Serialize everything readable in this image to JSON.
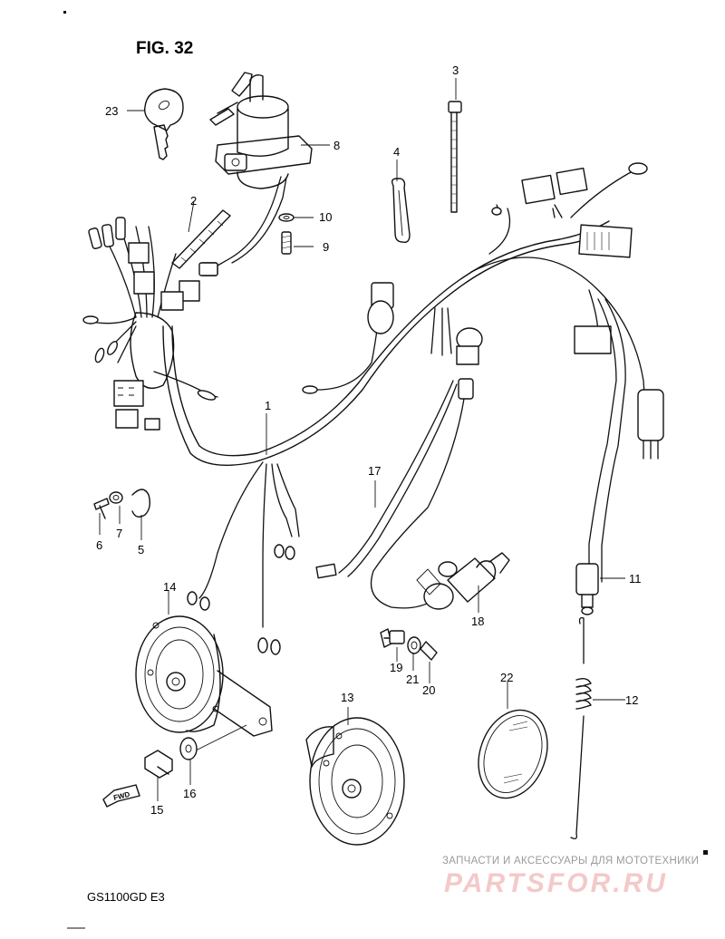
{
  "figure": {
    "title": "FIG. 32",
    "model_code": "GS1100GD E3"
  },
  "callouts": [
    "1",
    "2",
    "3",
    "4",
    "5",
    "6",
    "7",
    "8",
    "9",
    "10",
    "11",
    "12",
    "13",
    "14",
    "15",
    "16",
    "17",
    "18",
    "19",
    "20",
    "21",
    "22",
    "23"
  ],
  "parts": [
    {
      "ref": "1",
      "name": "wiring-harness"
    },
    {
      "ref": "2",
      "name": "sub-harness"
    },
    {
      "ref": "3",
      "name": "cable-tie"
    },
    {
      "ref": "4",
      "name": "clamp"
    },
    {
      "ref": "5",
      "name": "circlip"
    },
    {
      "ref": "6",
      "name": "screw"
    },
    {
      "ref": "7",
      "name": "washer"
    },
    {
      "ref": "8",
      "name": "ignition-switch"
    },
    {
      "ref": "9",
      "name": "bolt"
    },
    {
      "ref": "10",
      "name": "washer"
    },
    {
      "ref": "11",
      "name": "rear-brake-light-switch"
    },
    {
      "ref": "12",
      "name": "switch-spring"
    },
    {
      "ref": "13",
      "name": "horn"
    },
    {
      "ref": "14",
      "name": "horn"
    },
    {
      "ref": "15",
      "name": "bolt"
    },
    {
      "ref": "16",
      "name": "washer"
    },
    {
      "ref": "17",
      "name": "lead-wire"
    },
    {
      "ref": "18",
      "name": "neutral-switch"
    },
    {
      "ref": "19",
      "name": "screw"
    },
    {
      "ref": "20",
      "name": "washer"
    },
    {
      "ref": "21",
      "name": "washer"
    },
    {
      "ref": "22",
      "name": "reflector"
    },
    {
      "ref": "23",
      "name": "key"
    }
  ],
  "fwd_label": "FWD",
  "watermark": {
    "line1": "ЗАПЧАСТИ И АКСЕССУАРЫ ДЛЯ МОТОТЕХНИКИ",
    "line2": "PARTSFOR.RU"
  }
}
